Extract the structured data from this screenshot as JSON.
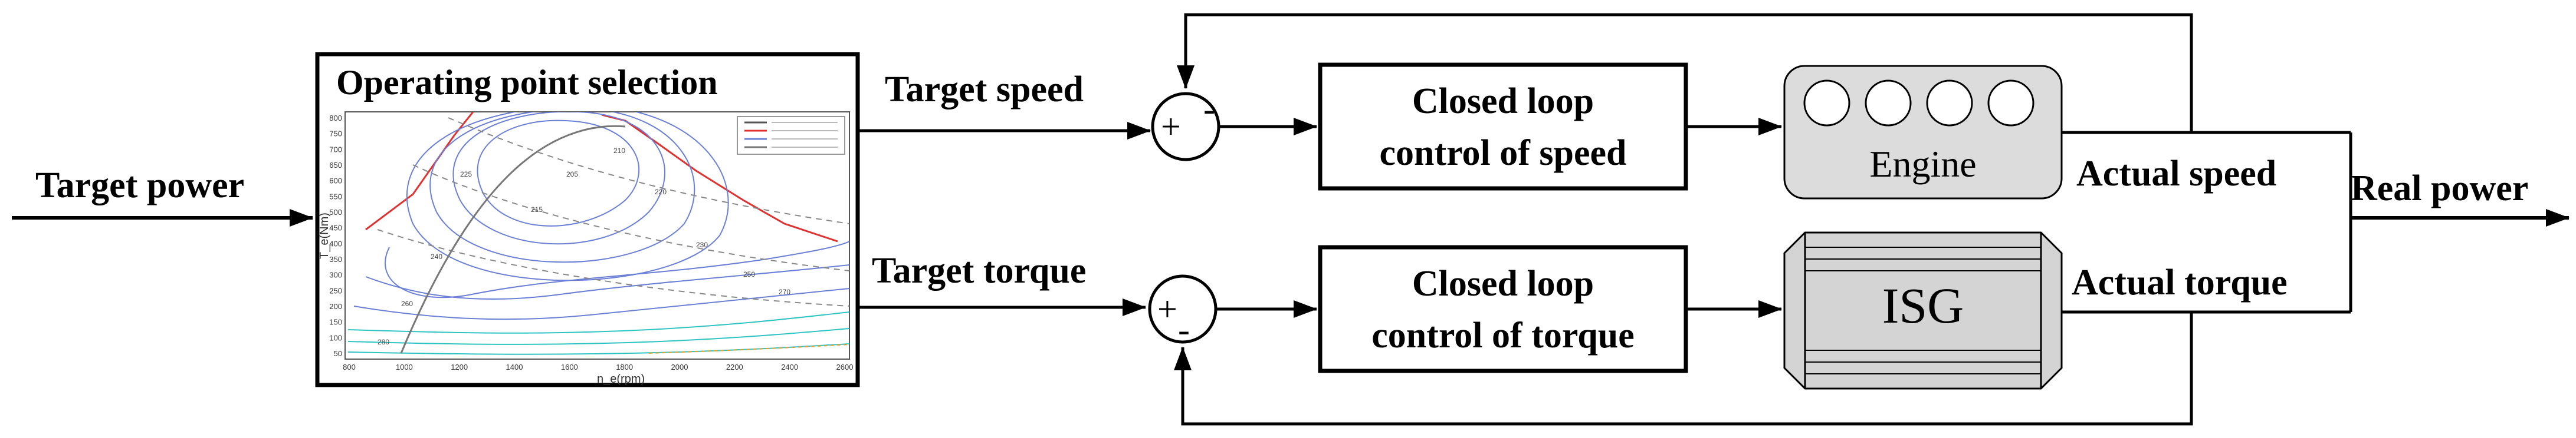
{
  "inputs": {
    "target_power": "Target power",
    "target_speed": "Target speed",
    "target_torque": "Target torque"
  },
  "operating_point": {
    "title": "Operating point selection",
    "x_axis_label": "n_e(rpm)",
    "y_axis_label": "T_e(Nm)",
    "x_ticks": [
      "800",
      "1000",
      "1200",
      "1400",
      "1600",
      "1800",
      "2000",
      "2200",
      "2400",
      "2600"
    ],
    "y_ticks": [
      "800",
      "750",
      "700",
      "650",
      "600",
      "550",
      "500",
      "450",
      "400",
      "350",
      "300",
      "250",
      "200",
      "150",
      "100",
      "50"
    ],
    "contour_labels": [
      "205",
      "210",
      "215",
      "220",
      "225",
      "230",
      "240",
      "250",
      "260",
      "270",
      "280"
    ],
    "legend_marker_colors": [
      "#555555",
      "#e03030",
      "#6a7fd6",
      "#777777"
    ]
  },
  "summing_junctions": {
    "speed": {
      "plus": "+",
      "minus": "-"
    },
    "torque": {
      "plus": "+",
      "minus": "-"
    }
  },
  "controllers": {
    "speed": {
      "line1": "Closed loop",
      "line2": "control of speed"
    },
    "torque": {
      "line1": "Closed loop",
      "line2": "control of torque"
    }
  },
  "plants": {
    "engine": "Engine",
    "isg": "ISG"
  },
  "outputs": {
    "actual_speed": "Actual speed",
    "actual_torque": "Actual torque",
    "real_power": "Real power"
  },
  "colors": {
    "line": "#000000",
    "engine_fill": "#dcdcdc",
    "isg_fill": "#d4d4d4",
    "max_torque_curve": "#e03030",
    "contour": "#6a7fd6",
    "contour_low": "#2ec4c4",
    "optimal_curve": "#777777"
  }
}
